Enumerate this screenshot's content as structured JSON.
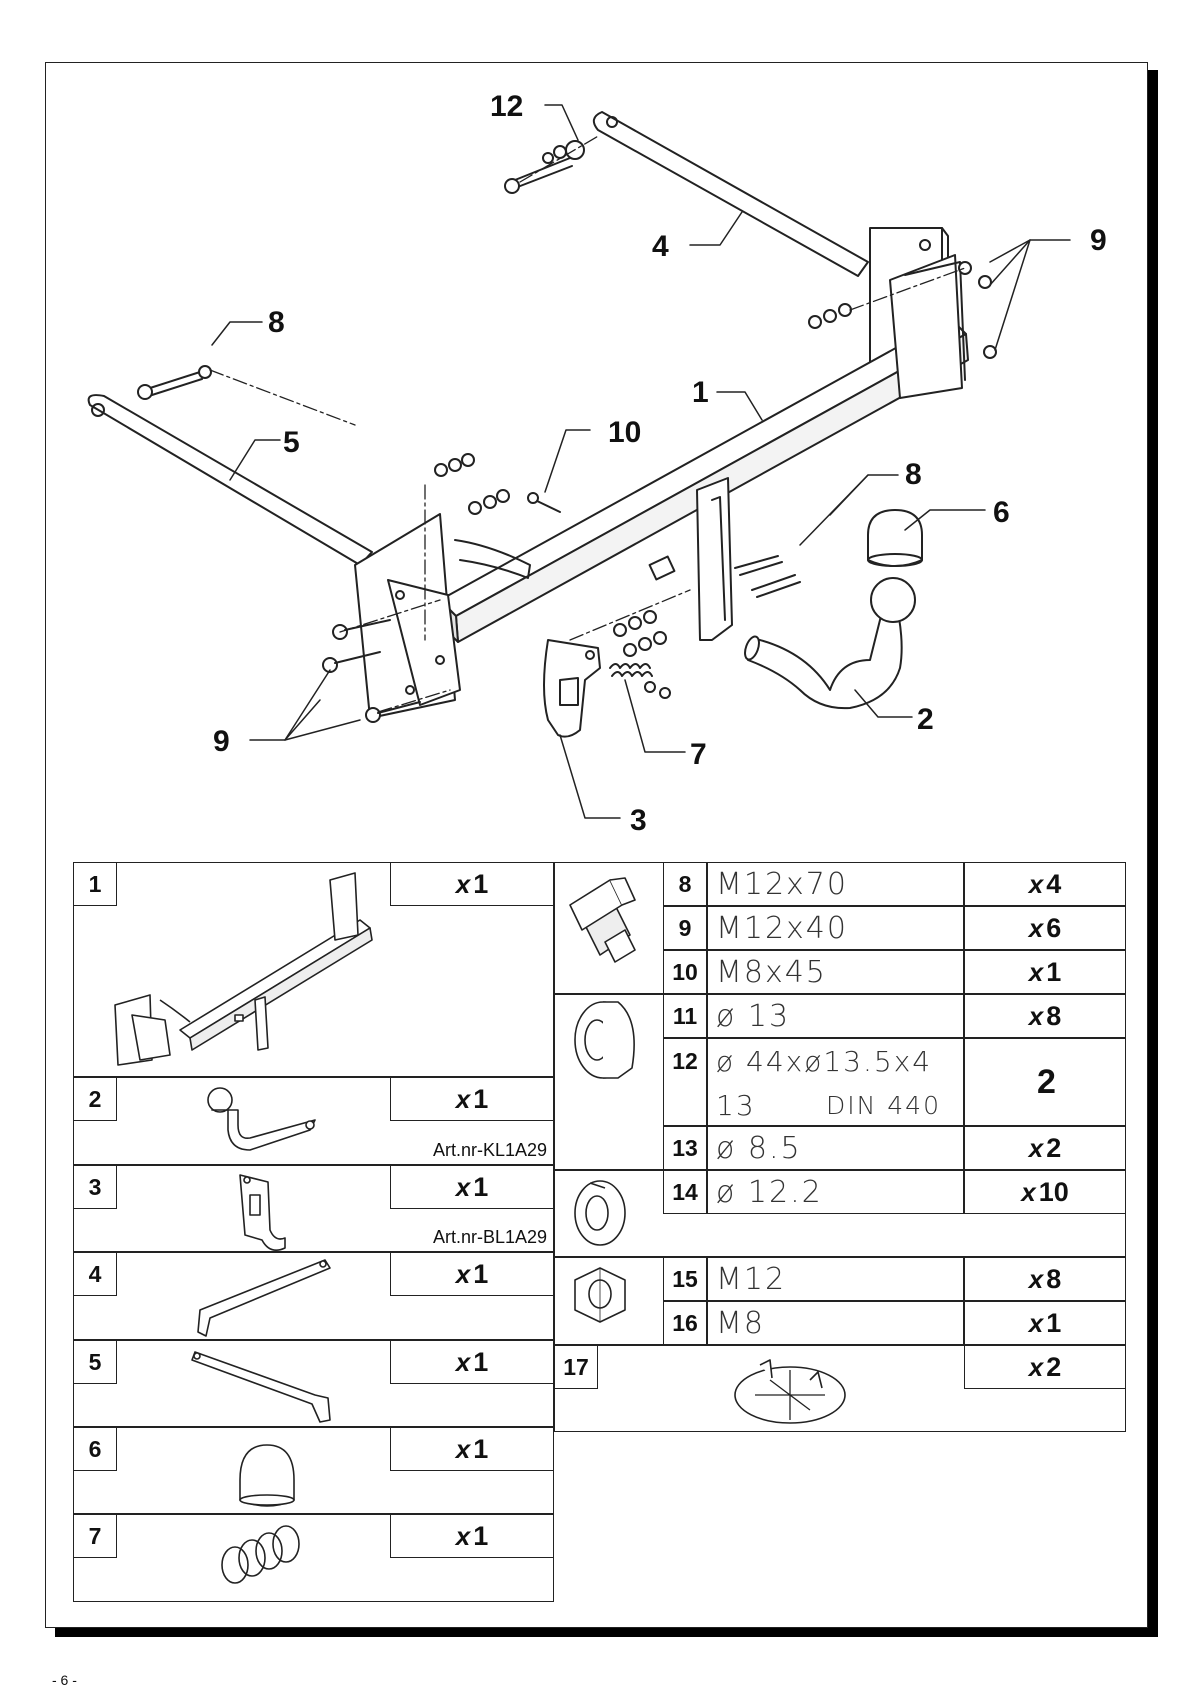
{
  "callouts": {
    "c12": "12",
    "c4": "4",
    "c9_top": "9",
    "c8_left": "8",
    "c1": "1",
    "c5": "5",
    "c10": "10",
    "c8_mid": "8",
    "c6": "6",
    "c2": "2",
    "c9_bottom": "9",
    "c7": "7",
    "c3": "3"
  },
  "parts_left": [
    {
      "num": "1",
      "qty": "1",
      "qty_prefix": "x",
      "art": ""
    },
    {
      "num": "2",
      "qty": "1",
      "qty_prefix": "x",
      "art": "Art.nr-KL1A29"
    },
    {
      "num": "3",
      "qty": "1",
      "qty_prefix": "x",
      "art": "Art.nr-BL1A29"
    },
    {
      "num": "4",
      "qty": "1",
      "qty_prefix": "x",
      "art": ""
    },
    {
      "num": "5",
      "qty": "1",
      "qty_prefix": "x",
      "art": ""
    },
    {
      "num": "6",
      "qty": "1",
      "qty_prefix": "x",
      "art": ""
    },
    {
      "num": "7",
      "qty": "1",
      "qty_prefix": "x",
      "art": ""
    }
  ],
  "parts_right": [
    {
      "num": "8",
      "spec": "M12x70",
      "qty": "4",
      "qty_prefix": "x"
    },
    {
      "num": "9",
      "spec": "M12x40",
      "qty": "6",
      "qty_prefix": "x"
    },
    {
      "num": "10",
      "spec": "M8x45",
      "qty": "1",
      "qty_prefix": "x"
    },
    {
      "num": "11",
      "spec": "ø 13",
      "qty": "8",
      "qty_prefix": "x"
    },
    {
      "num": "12",
      "spec": "ø 44xø13.5x4",
      "spec2a": "13",
      "spec2b": "DIN 440",
      "qty": "2",
      "qty_prefix": ""
    },
    {
      "num": "13",
      "spec": "ø 8.5",
      "qty": "2",
      "qty_prefix": "x"
    },
    {
      "num": "14",
      "spec": "ø 12.2",
      "qty": "10",
      "qty_prefix": "x"
    },
    {
      "num": "15",
      "spec": "M12",
      "qty": "8",
      "qty_prefix": "x"
    },
    {
      "num": "16",
      "spec": "M8",
      "qty": "1",
      "qty_prefix": "x"
    },
    {
      "num": "17",
      "spec": "",
      "qty": "2",
      "qty_prefix": "x"
    }
  ],
  "page_number": "- 6 -"
}
